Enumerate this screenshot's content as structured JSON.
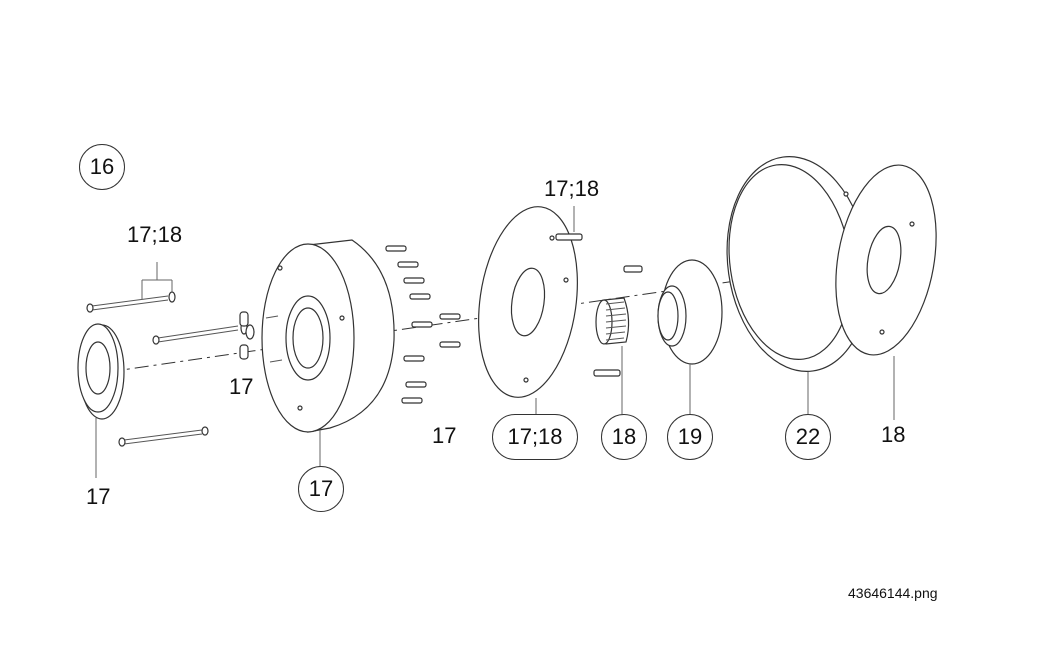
{
  "callouts": {
    "c16": "16",
    "c17_bottom": "17",
    "c17_18": "17;18",
    "c18": "18",
    "c19": "19",
    "c22": "22"
  },
  "labels": {
    "bolt_17_18": "17;18",
    "pin_17": "17",
    "seal_17": "17",
    "springs_17": "17",
    "screw_17_18": "17;18",
    "plate_18": "18"
  },
  "filename": "43646144.png"
}
